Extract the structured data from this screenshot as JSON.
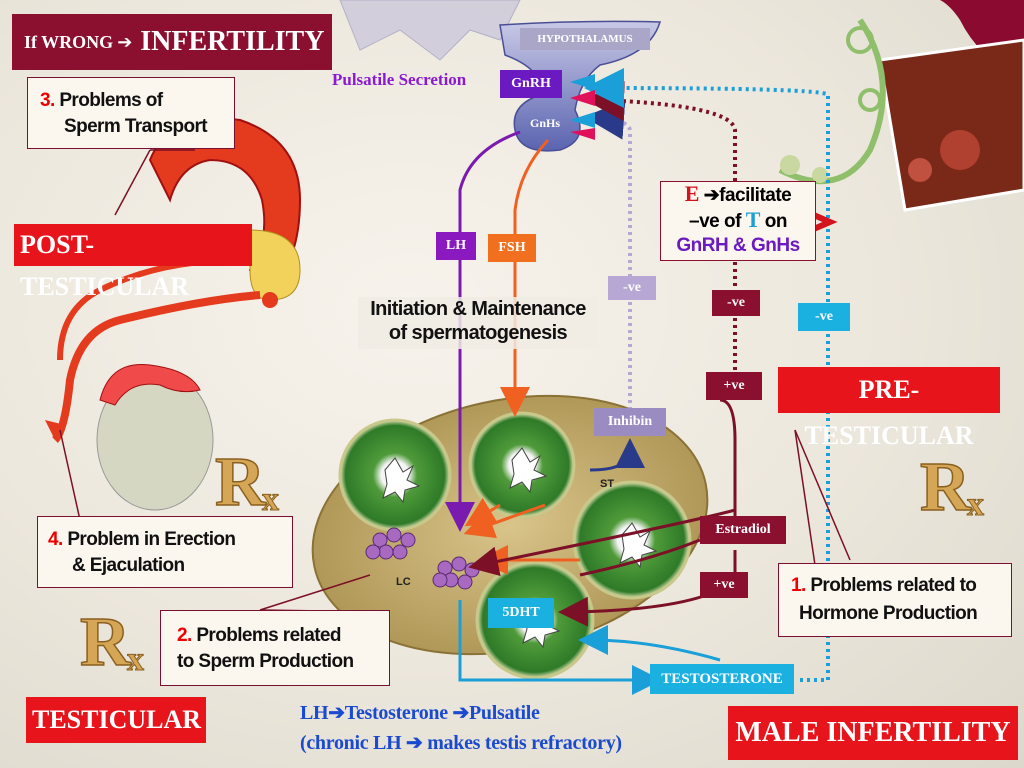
{
  "header": {
    "if_wrong": "If WRONG",
    "arrow": "➔",
    "infertility": "INFERTILITY"
  },
  "labels": {
    "hypothalamus": "HYPOTHALAMUS",
    "pulsatile_secretion": "Pulsatile Secretion",
    "gnrh": "GnRH",
    "gnhs": "GnHs",
    "lh": "LH",
    "fsh": "FSH",
    "initiation_line1": "Initiation & Maintenance",
    "initiation_line2": "of spermatogenesis",
    "neg1": "-ve",
    "neg2": "-ve",
    "neg3": "-ve",
    "pos1": "+ve",
    "pos2": "+ve",
    "inhibin": "Inhibin",
    "estradiol": "Estradiol",
    "dht": "5DHT",
    "testosterone": "TESTOSTERONE",
    "st": "ST",
    "lc": "LC"
  },
  "facilitate": {
    "e": "E",
    "arrow": "➔",
    "word": "facilitate",
    "line2_a": "–ve of ",
    "t": "T",
    "line2_b": " on",
    "line3": "GnRH & GnHs"
  },
  "categories": {
    "post_testicular": "POST-TESTICULAR",
    "pre_testicular": "PRE-TESTICULAR",
    "testicular": "TESTICULAR",
    "male_infertility": "MALE INFERTILITY"
  },
  "problems": {
    "p1_num": "1.",
    "p1_line1": " Problems related to",
    "p1_line2": "Hormone Production",
    "p2_num": "2.",
    "p2_line1": " Problems related",
    "p2_line2": "to Sperm Production",
    "p3_num": "3.",
    "p3_line1": " Problems of",
    "p3_line2": "Sperm Transport",
    "p4_num": "4.",
    "p4_line1": " Problem in Erection",
    "p4_line2": "& Ejaculation"
  },
  "footer": {
    "line1_a": "LH",
    "line1_arrow1": "➔",
    "line1_b": "Testosterone ",
    "line1_arrow2": "➔",
    "line1_c": "Pulsatile",
    "line2_a": "(chronic LH ",
    "line2_arrow": "➔",
    "line2_b": " makes testis refractory)"
  },
  "colors": {
    "red": "#e8141c",
    "maroon": "#7b1026",
    "purple": "#7a1bb0",
    "blue": "#1a9fd8",
    "lavender": "#b7a7d4",
    "orange": "#f06020"
  }
}
